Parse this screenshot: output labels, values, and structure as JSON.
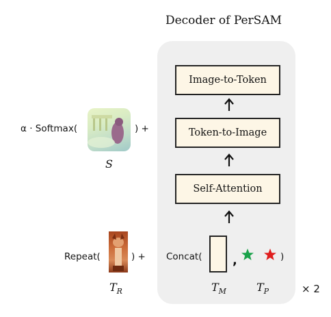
{
  "title": "Decoder of PerSAM",
  "blocks": {
    "image_to_token": "Image-to-Token",
    "token_to_image": "Token-to-Image",
    "self_attention": "Self-Attention"
  },
  "softmax": {
    "prefix": "α · Softmax(",
    "suffix": ") +",
    "var": "S"
  },
  "repeat": {
    "prefix": "Repeat(",
    "suffix": ") +",
    "var_main": "T",
    "var_sub": "R"
  },
  "concat": {
    "prefix": "Concat(",
    "comma": ",",
    "suffix": ")"
  },
  "token_labels": {
    "m_main": "T",
    "m_sub": "M",
    "p_main": "T",
    "p_sub": "P"
  },
  "repeat_count": "× 2",
  "colors": {
    "panel": "#efefef",
    "block_fill": "#fdf6e6",
    "star_green": "#1aa24a",
    "star_red": "#e01e1e"
  }
}
